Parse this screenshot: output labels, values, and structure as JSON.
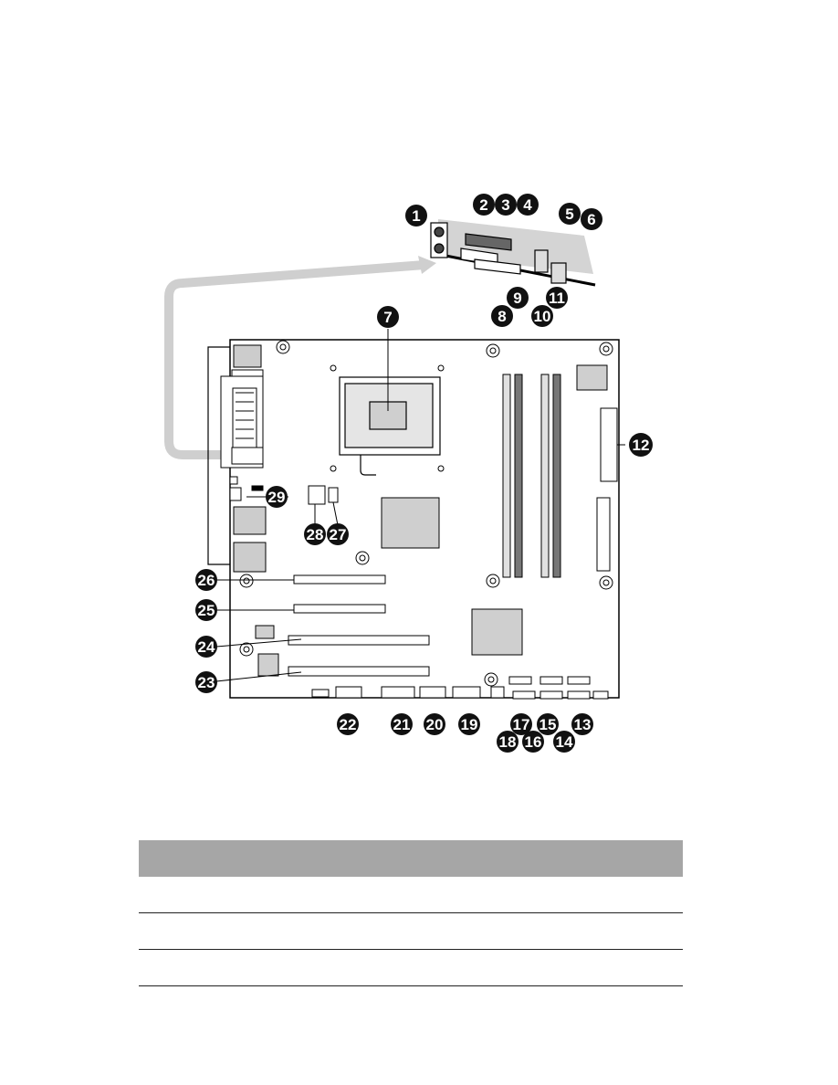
{
  "figure": {
    "callouts": [
      "1",
      "2",
      "3",
      "4",
      "5",
      "6",
      "7",
      "8",
      "9",
      "10",
      "11",
      "12",
      "13",
      "14",
      "15",
      "16",
      "17",
      "18",
      "19",
      "20",
      "21",
      "22",
      "23",
      "24",
      "25",
      "26",
      "27",
      "28",
      "29"
    ]
  },
  "table": {
    "header_color": "#a6a6a6",
    "rows": [
      "",
      "",
      ""
    ]
  }
}
